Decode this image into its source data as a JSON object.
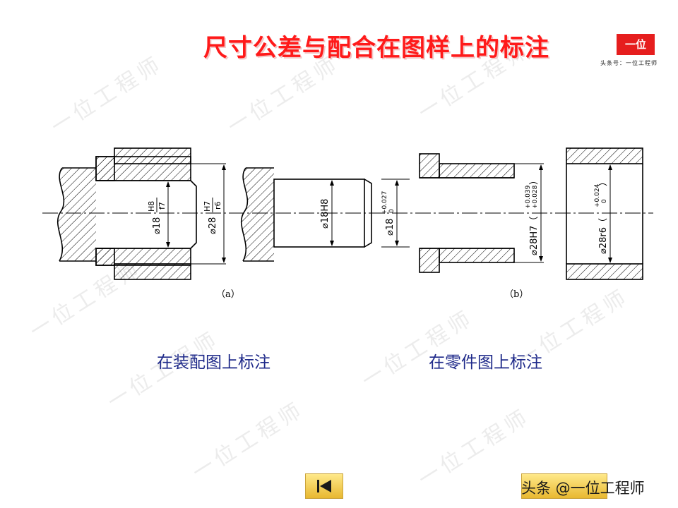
{
  "slide": {
    "title": "尺寸公差与配合在图样上的标注",
    "logo_text": "一位",
    "logo_subtitle": "头条号：一位工程师",
    "watermark_text": "一位工程师",
    "credit": "头条 @一位工程师"
  },
  "figure_a": {
    "label": "（a）",
    "dim1_prefix": "⌀18",
    "dim1_num": "H8",
    "dim1_den": "f7",
    "dim2_prefix": "⌀28",
    "dim2_num": "H7",
    "dim2_den": "r6",
    "dim3": "⌀18H8",
    "dim4_prefix": "⌀18",
    "dim4_upper": "+0.027",
    "dim4_lower": "0"
  },
  "figure_b": {
    "label": "（b）",
    "dim1_prefix": "⌀28H7（",
    "dim1_upper": "+0.039",
    "dim1_lower": "+0.028",
    "dim1_suffix": "）",
    "dim2_prefix": "⌀28r6（",
    "dim2_upper": "+0.024",
    "dim2_lower": "0",
    "dim2_suffix": "）"
  },
  "captions": {
    "assembly": "在装配图上标注",
    "part": "在零件图上标注"
  },
  "nav": {
    "prev_icon": "prev-triangle-icon"
  }
}
